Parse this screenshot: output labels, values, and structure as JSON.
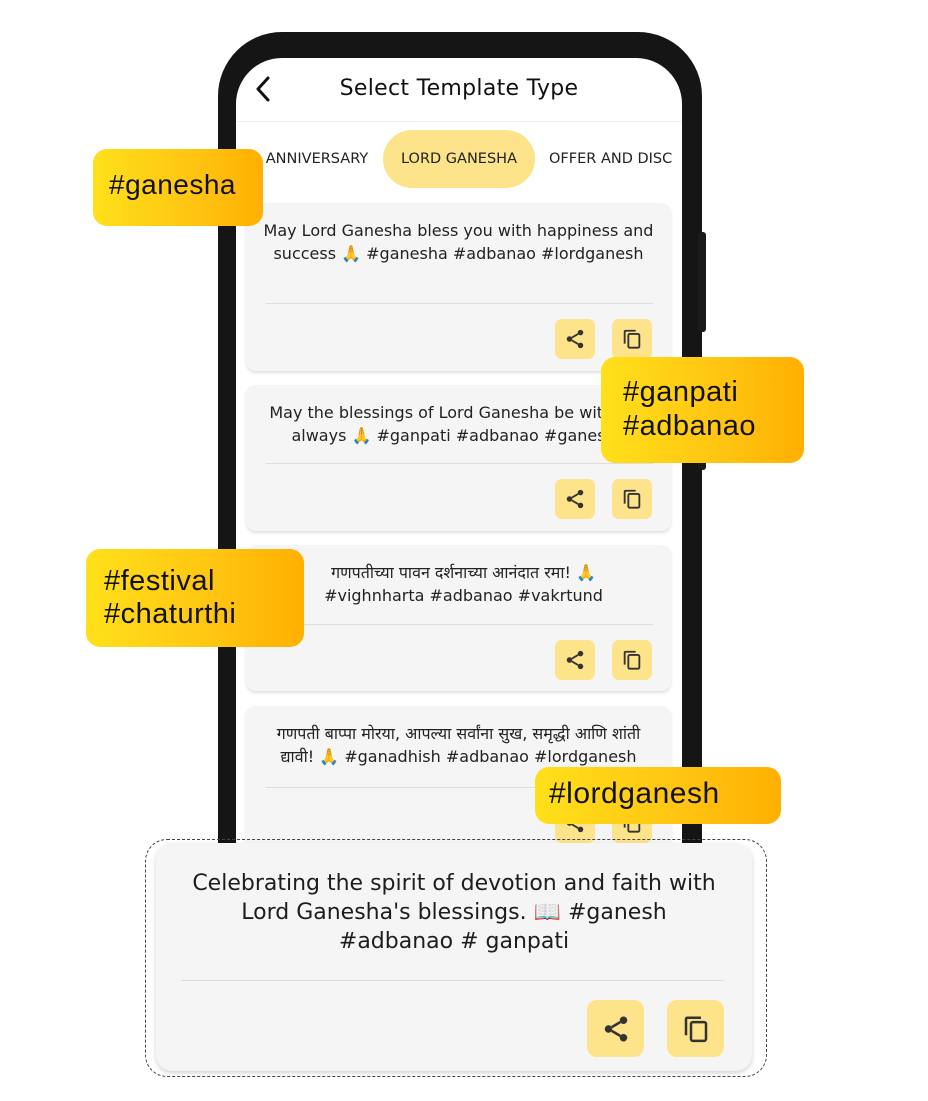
{
  "header": {
    "title": "Select Template Type"
  },
  "tabs": [
    {
      "label": "ANNIVERSARY",
      "active": false
    },
    {
      "label": "LORD GANESHA",
      "active": true
    },
    {
      "label": "OFFER AND DISC",
      "active": false
    }
  ],
  "templates": [
    {
      "text": "May Lord Ganesha bless you with happiness and success 🙏 #ganesha #adbanao #lordganesh"
    },
    {
      "text": "May the blessings of Lord Ganesha be with you always 🙏 #ganpati #adbanao #ganesha"
    },
    {
      "text": "गणपतीच्या पावन दर्शनाच्या आनंदात रमा! 🙏 #vighnharta #adbanao #vakrtund"
    },
    {
      "text": "गणपती बाप्पा मोरया, आपल्या सर्वांना सुख, समृद्धी आणि शांती द्यावी! 🙏 #ganadhish #adbanao #lordganesh"
    }
  ],
  "tags": {
    "ganesha": "#ganesha",
    "ganpati_line1": "#ganpati",
    "ganpati_line2": "#adbanao",
    "festival_line1": "#festival",
    "festival_line2": "#chaturthi",
    "lordganesh": "#lordganesh"
  },
  "featured": {
    "text": "Celebrating the spirit of devotion and faith with Lord Ganesha's blessings. 📖 #ganesh #adbanao # ganpati"
  },
  "icons": {
    "back": "chevron-left-icon",
    "share": "share-icon",
    "copy": "copy-icon"
  },
  "colors": {
    "accent": "#fde38a",
    "tag_gradient_start": "#ffe01a",
    "tag_gradient_end": "#ffb000",
    "card_bg": "#f5f5f5",
    "phone_frame": "#151515"
  }
}
